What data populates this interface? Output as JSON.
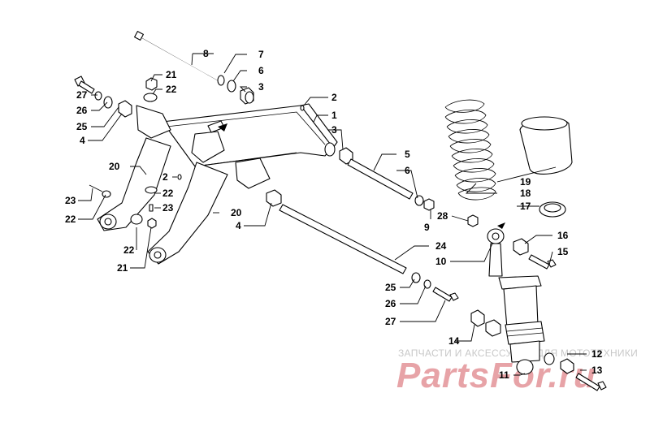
{
  "watermark": {
    "line": "ЗАПЧАСТИ И АКСЕССУАРЫ ДЛЯ МОТОТЕХНИКИ",
    "logo": "PartsFor.ru"
  },
  "callouts": [
    "27",
    "26",
    "25",
    "4",
    "21",
    "22",
    "8",
    "7",
    "6",
    "3",
    "2",
    "1",
    "3",
    "20",
    "2",
    "22",
    "23",
    "23",
    "22",
    "22",
    "21",
    "20",
    "4",
    "5",
    "6",
    "9",
    "24",
    "25",
    "26",
    "27",
    "19",
    "18",
    "17",
    "28",
    "16",
    "15",
    "10",
    "14",
    "12",
    "13",
    "11"
  ]
}
